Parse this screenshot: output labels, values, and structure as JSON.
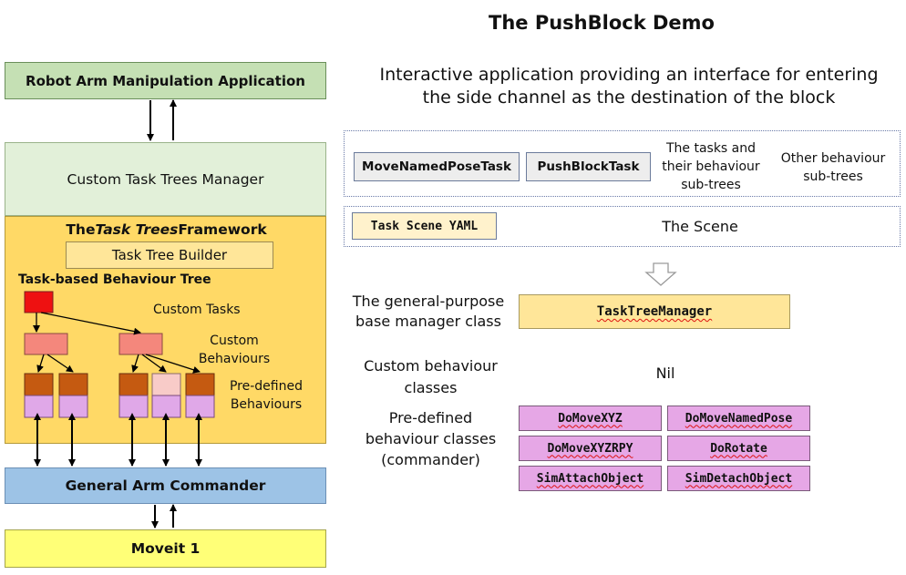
{
  "title": "The PushBlock Demo",
  "subtitle_line1": "Interactive application providing an interface for entering",
  "subtitle_line2": "the side channel as the destination of the block",
  "left_stack": {
    "robot_app": "Robot Arm Manipulation Application",
    "tt_manager": "Custom Task Trees Manager",
    "framework_title_pre": "The ",
    "framework_title_em": "Task Trees",
    "framework_title_post": " Framework",
    "builder": "Task Tree Builder",
    "btree_title": "Task-based Behaviour Tree",
    "custom_tasks": "Custom Tasks",
    "custom_behaviours_1": "Custom",
    "custom_behaviours_2": "Behaviours",
    "predefined_1": "Pre-defined",
    "predefined_2": "Behaviours",
    "commander": "General Arm Commander",
    "moveit": "Moveit 1"
  },
  "right": {
    "tasks": [
      "MoveNamedPoseTask",
      "PushBlockTask"
    ],
    "tasks_label_1": "The tasks and",
    "tasks_label_2": "their behaviour",
    "tasks_label_3": "sub-trees",
    "other_label_1": "Other behaviour",
    "other_label_2": "sub-trees",
    "scene_yaml": "Task Scene YAML",
    "scene_label": "The Scene",
    "general_purpose_1": "The general-purpose",
    "general_purpose_2": "base manager class",
    "manager_class": "TaskTreeManager",
    "custom_classes_1": "Custom behaviour",
    "custom_classes_2": "classes",
    "nil": "Nil",
    "predef_classes_1": "Pre-defined",
    "predef_classes_2": "behaviour classes",
    "predef_classes_3": "(commander)",
    "commander_classes": [
      "DoMoveXYZ",
      "DoMoveNamedPose",
      "DoMoveXYZRPY",
      "DoRotate",
      "SimAttachObject",
      "SimDetachObject"
    ]
  },
  "colors": {
    "app_green": "#c5e0b4",
    "manager_green": "#e2f0d9",
    "framework_yellow": "#ffd966",
    "builder_yellow": "#ffe699",
    "root_red": "#ee1111",
    "custom_salmon": "#f4877c",
    "behaviour_brown": "#c55a11",
    "behaviour_pink": "#f8cbc8",
    "behaviour_violet": "#e0a8e8",
    "commander_blue": "#9dc3e6",
    "moveit_yellow": "#ffff77",
    "class_violet": "#e6a7e6"
  }
}
